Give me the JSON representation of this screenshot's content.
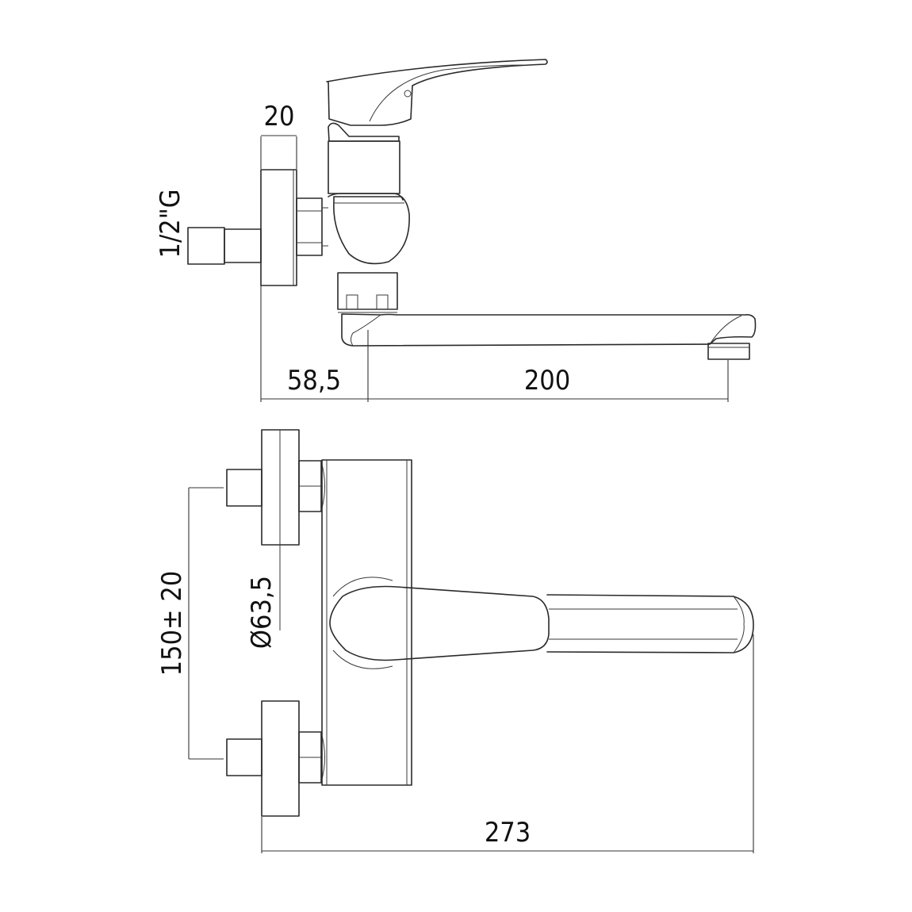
{
  "drawing": {
    "subject": "Wall-mounted single-lever mixer with swivel spout",
    "views": [
      "side-view",
      "top-view"
    ],
    "dimensions": {
      "flange_thickness": "20",
      "inlet_thread": "1/2\"G",
      "wall_to_spout_axis": "58,5",
      "spout_reach": "200",
      "inlet_centers": "150± 20",
      "flange_diameter": "Ø63,5",
      "overall_length": "273"
    },
    "colors": {
      "line": "#2a2a2a",
      "background": "#ffffff"
    }
  }
}
